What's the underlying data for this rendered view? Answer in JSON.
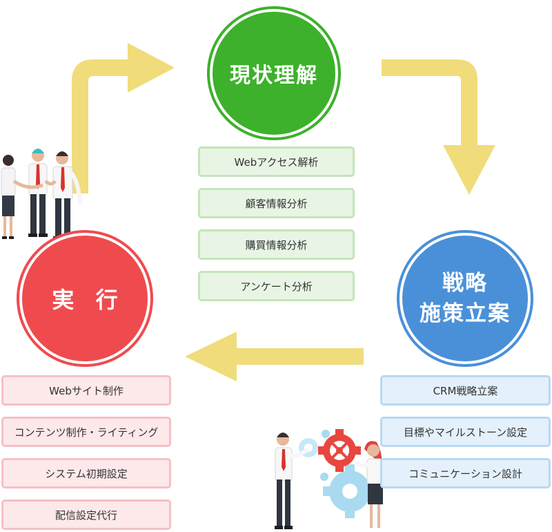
{
  "cycle": {
    "stages": [
      {
        "title": "現状理解",
        "color": "#3db12b",
        "items": [
          "Webアクセス解析",
          "顧客情報分析",
          "購買情報分析",
          "アンケート分析"
        ]
      },
      {
        "title_lines": [
          "戦略",
          "施策立案"
        ],
        "color": "#4a90d9",
        "items": [
          "CRM戦略立案",
          "目標やマイルストーン設定",
          "コミュニケーション設計"
        ]
      },
      {
        "title": "実 行",
        "color": "#ef4b4f",
        "items": [
          "Webサイト制作",
          "コンテンツ制作・ライティング",
          "システム初期設定",
          "配信設定代行"
        ]
      }
    ],
    "arrow_color": "#f0dc7a"
  },
  "icons": {
    "business-team": "business-team-illustration",
    "gear-team": "gear-team-illustration"
  }
}
